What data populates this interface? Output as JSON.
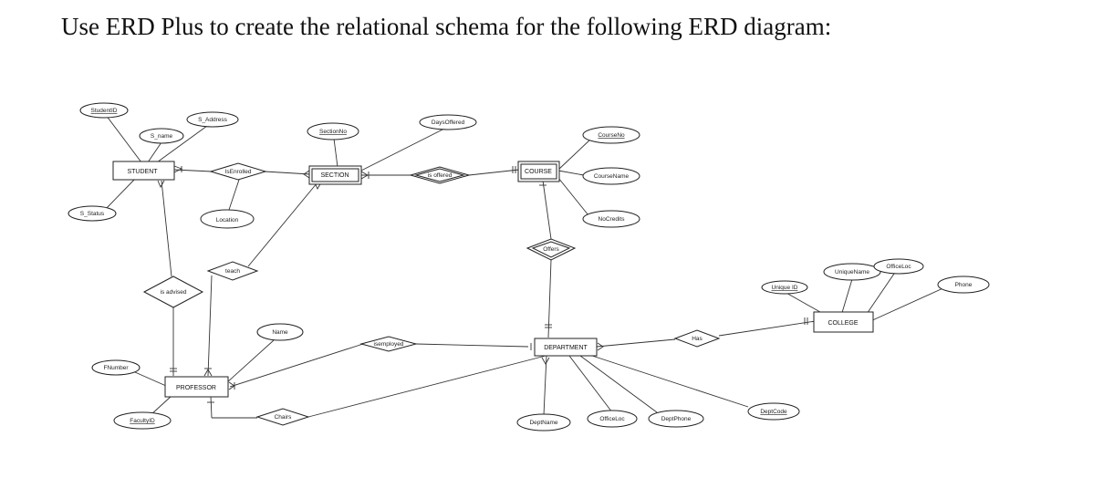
{
  "instruction": "Use ERD Plus to create the relational schema for the following ERD diagram:",
  "entities": {
    "student": "STUDENT",
    "section": "SECTION",
    "course": "COURSE",
    "department": "DEPARTMENT",
    "professor": "PROFESSOR",
    "college": "COLLEGE"
  },
  "attributes": {
    "student_id": "StudentID",
    "s_name": "S_name",
    "s_address": "S_Address",
    "s_status": "S_Status",
    "section_no": "SectionNo",
    "days_offered": "DaysOffered",
    "location": "Location",
    "course_no": "CourseNo",
    "course_name": "CourseName",
    "no_credits": "NoCredits",
    "unique_id": "Unique ID",
    "unique_name": "UniqueName",
    "college_office_loc": "OfficeLoc",
    "phone": "Phone",
    "prof_name": "Name",
    "f_number": "FNumber",
    "faculty_id": "FacultyID",
    "dept_name": "DeptName",
    "dept_office_loc": "OfficeLoc",
    "dept_phone": "DeptPhone",
    "dept_code": "DeptCode"
  },
  "relationships": {
    "is_enrolled": "IsEnrolled",
    "is_offered": "is offered",
    "offers": "Offers",
    "teach": "teach",
    "is_advised": "is advised",
    "is_employed": "isemployed",
    "has": "Has",
    "chairs": "Chairs"
  }
}
